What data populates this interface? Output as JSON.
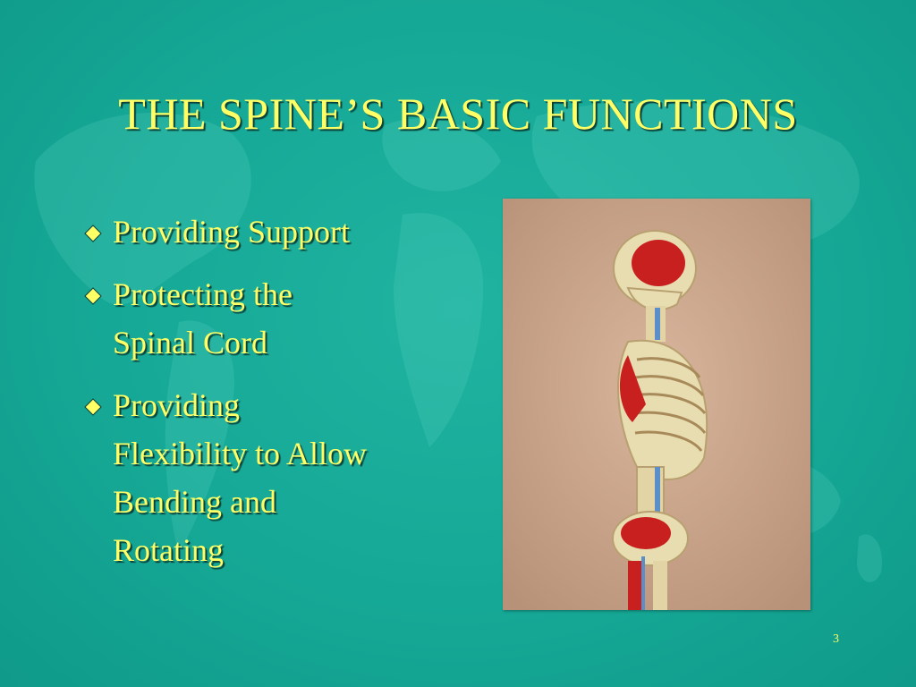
{
  "slide": {
    "title": "THE SPINE’S BASIC FUNCTIONS",
    "bullets": [
      {
        "line1": "Providing Support"
      },
      {
        "line1": "Protecting the",
        "line2": "Spinal Cord"
      },
      {
        "line1": "Providing",
        "line2": "Flexibility to Allow",
        "line3": "Bending and",
        "line4": "Rotating"
      }
    ],
    "bullet_icon": "diamond-bullet-icon",
    "image": "skeleton-anatomy-photo",
    "page_number": "3"
  },
  "colors": {
    "background": "#16a896",
    "text": "#ffff66",
    "photo_background": "#c9a58a",
    "muscle": "#c8201f",
    "bone": "#e8ddb0"
  }
}
